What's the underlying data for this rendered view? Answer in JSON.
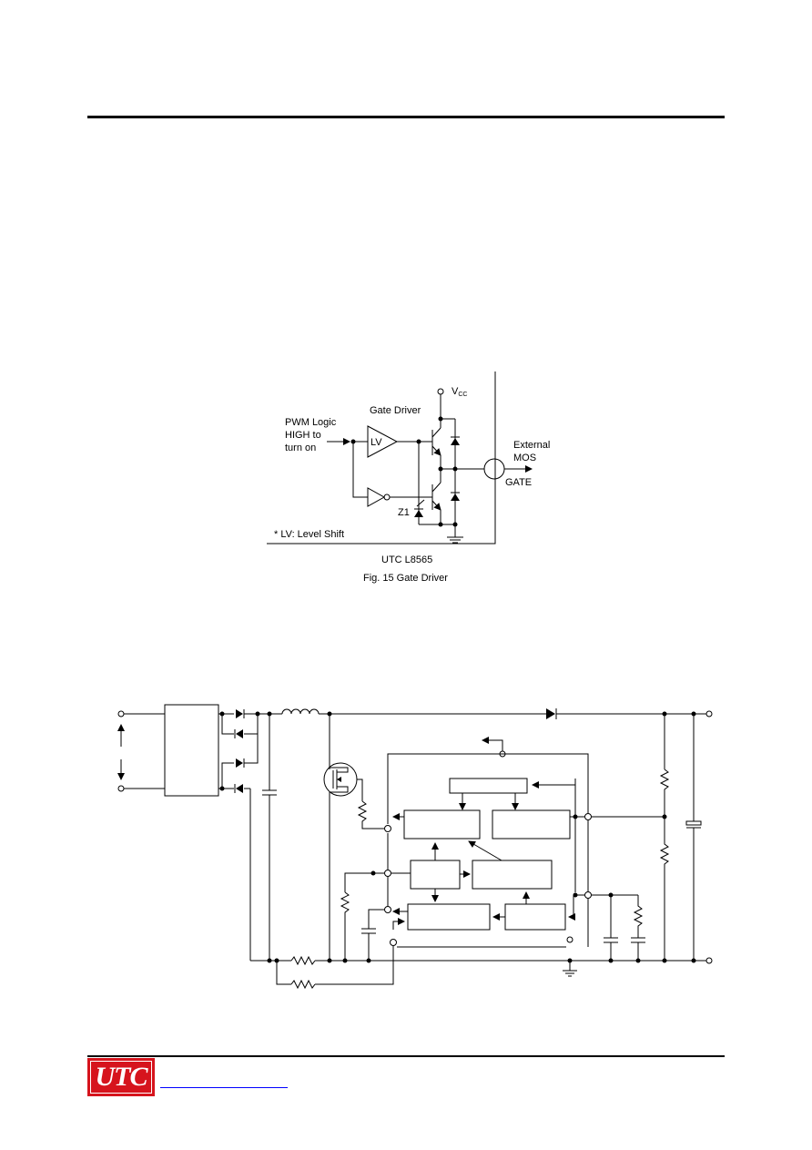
{
  "figure1": {
    "vcc_main": "V",
    "vcc_sub": "CC",
    "gate_driver": "Gate Driver",
    "pwm_line1": "PWM Logic",
    "pwm_line2": "HIGH to",
    "pwm_line3": "turn on",
    "lv": "LV",
    "external_line1": "External",
    "external_line2": "MOS",
    "gate": "GATE",
    "z1": "Z1",
    "lv_note": "* LV: Level Shift",
    "chip": "UTC L8565",
    "caption": "Fig. 15 Gate Driver"
  },
  "footer": {
    "logo": "UTC",
    "brand_color": "#d6141d",
    "link_color": "#0000ff"
  }
}
